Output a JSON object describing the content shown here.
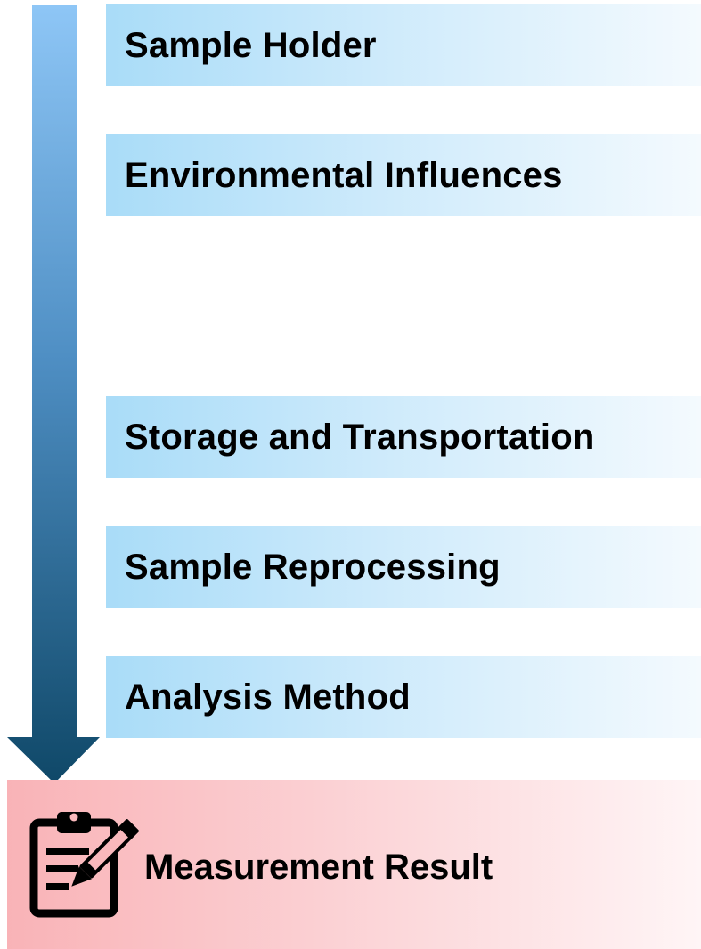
{
  "steps": [
    {
      "label": "Sample Holder"
    },
    {
      "label": "Environmental Influences"
    },
    {
      "label": "Storage and Transportation"
    },
    {
      "label": "Sample Reprocessing"
    },
    {
      "label": "Analysis Method"
    }
  ],
  "result": {
    "label": "Measurement Result",
    "icon": "clipboard-pencil-icon"
  },
  "colors": {
    "arrow_top": "#8ec6f6",
    "arrow_bottom": "#0f4868",
    "step_box": "#a9dcf8",
    "result_box": "#f9b3b7"
  }
}
